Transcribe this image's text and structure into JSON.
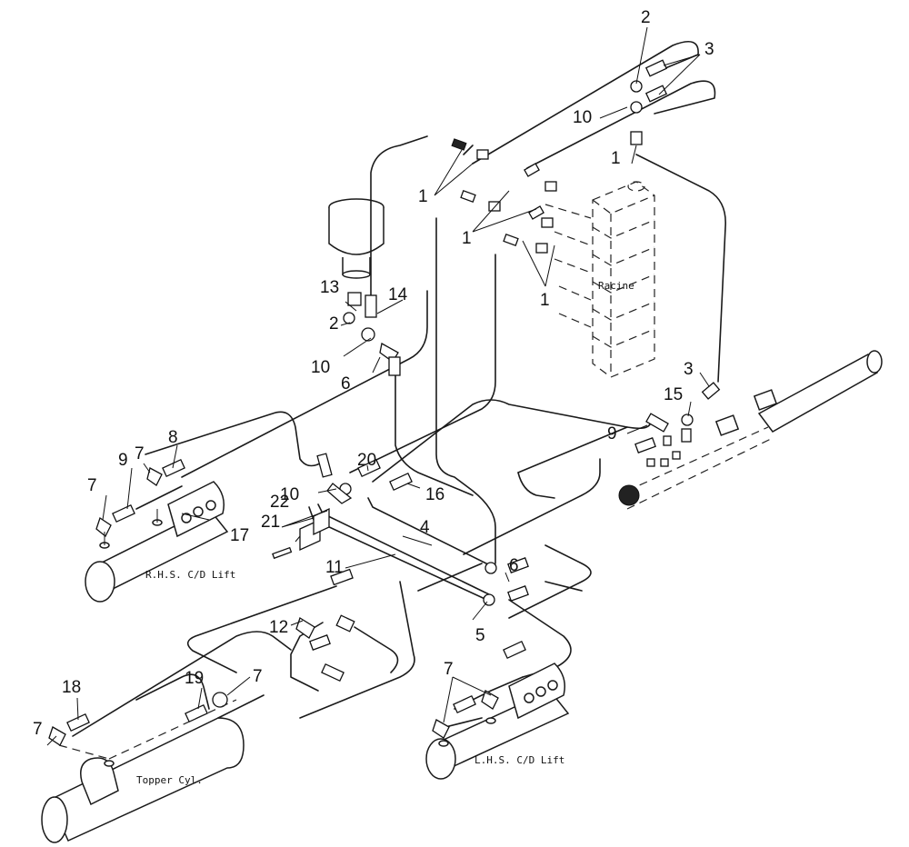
{
  "diagram": {
    "component_labels": {
      "racine": "Racine",
      "rhs_lift": "R.H.S. C/D Lift",
      "lhs_lift": "L.H.S. C/D Lift",
      "topper": "Topper Cyl."
    },
    "callouts": [
      "1",
      "2",
      "3",
      "4",
      "5",
      "6",
      "7",
      "8",
      "9",
      "10",
      "11",
      "12",
      "13",
      "14",
      "15",
      "16",
      "17",
      "18",
      "19",
      "20",
      "21",
      "22"
    ]
  }
}
